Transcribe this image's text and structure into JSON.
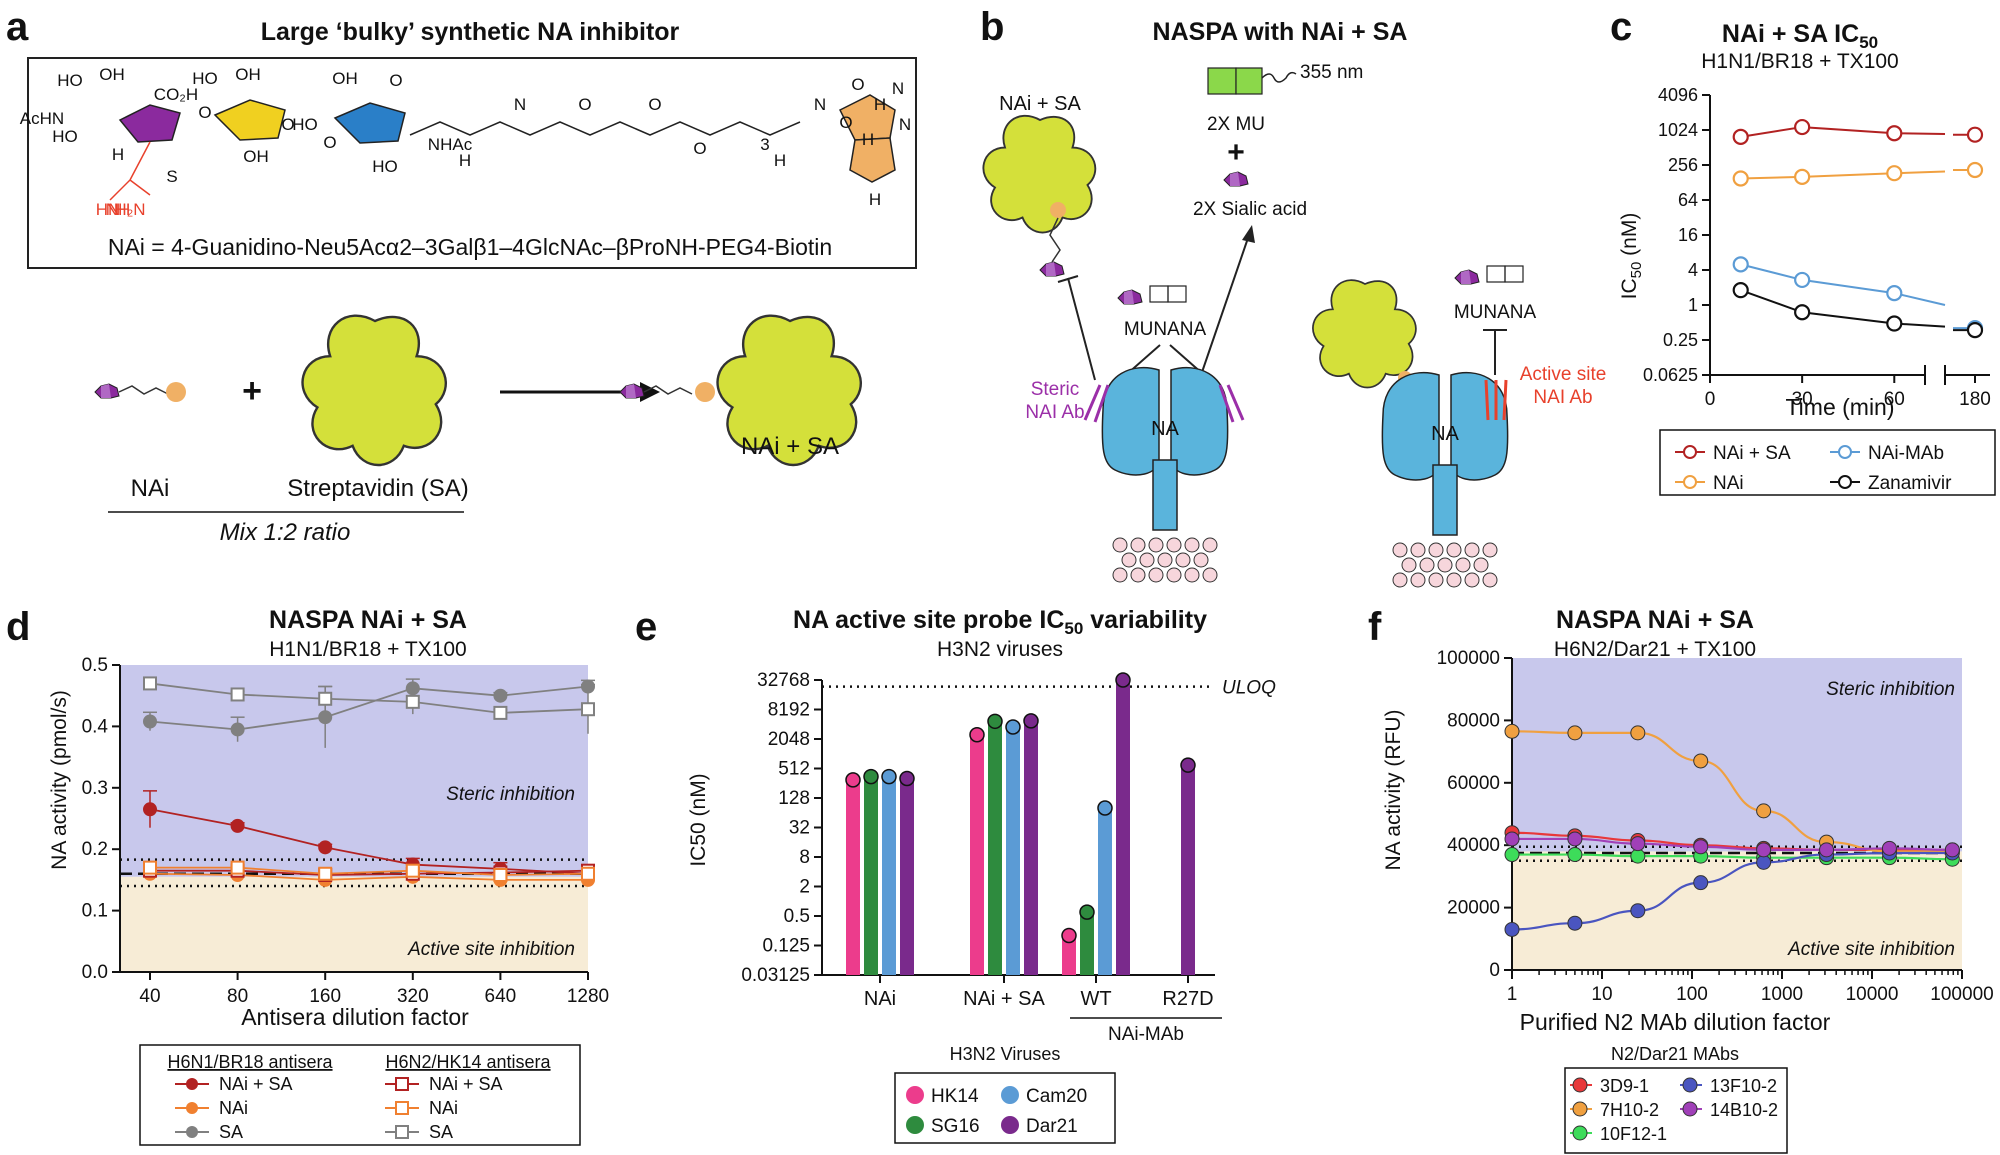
{
  "panel_a": {
    "letter": "a",
    "title": "Large ‘bulky’ synthetic NA inhibitor",
    "nai_formula": "NAi = 4-Guanidino-Neu5Acα2–3Galβ1–4GlcNAc–βProNH-PEG4-Biotin",
    "chem_labels": [
      "HO",
      "OH",
      "AcHN",
      "HO",
      "CO₂H",
      "HO",
      "OH",
      "O",
      "OH",
      "O",
      "HO",
      "OH",
      "O",
      "O",
      "HO",
      "NHAc",
      "H",
      "N",
      "O",
      "O",
      "O",
      "3",
      "H",
      "N",
      "O",
      "H",
      "N",
      "O",
      "N",
      "H",
      "H",
      "H",
      "S",
      "HN",
      "NH",
      "H₂N"
    ],
    "scheme_plus": "+",
    "label_nai": "NAi",
    "label_sa": "Streptavidin (SA)",
    "label_product": "NAi + SA",
    "mix_ratio": "Mix 1:2 ratio"
  },
  "panel_b": {
    "letter": "b",
    "title": "NASPA with NAi + SA",
    "label_nai_sa": "NAi + SA",
    "label_355": "355 nm",
    "label_mu": "2X MU",
    "plus": "+",
    "label_sialic": "2X Sialic acid",
    "label_munana_left": "MUNANA",
    "label_munana_right": "MUNANA",
    "steric_line1": "Steric",
    "steric_line2": "NAI Ab",
    "active_line1": "Active site",
    "active_line2": "NAI Ab",
    "na_left": "NA",
    "na_right": "NA",
    "colors": {
      "streptavidin": "#d4e03a",
      "na": "#5ab4dc",
      "steric": "#9b2fa8",
      "active": "#e8412c",
      "biotin": "#f0b065"
    }
  },
  "chart_data": [
    {
      "id": "c",
      "type": "line",
      "letter": "c",
      "title": "NAi + SA IC",
      "title_sub": "50",
      "subtitle": "H1N1/BR18 + TX100",
      "ylabel": "IC",
      "ylabel_sub": "50",
      "ylabel_unit": " (nM)",
      "xlabel": "Time (min)",
      "x_ticks": [
        "0",
        "30",
        "60",
        "180"
      ],
      "y_ticks": [
        "4096",
        "1024",
        "256",
        "64",
        "16",
        "4",
        "1",
        "0.25",
        "0.0625"
      ],
      "y_scale": "log2",
      "ylim": [
        0.0625,
        4096
      ],
      "series": [
        {
          "name": "NAi + SA",
          "color": "#b22222",
          "x": [
            10,
            30,
            60,
            180
          ],
          "y": [
            780,
            1150,
            900,
            850
          ]
        },
        {
          "name": "NAi",
          "color": "#f0a040",
          "x": [
            10,
            30,
            60,
            180
          ],
          "y": [
            150,
            160,
            185,
            210
          ]
        },
        {
          "name": "NAi-MAb",
          "color": "#5b9bd5",
          "x": [
            10,
            30,
            60,
            180
          ],
          "y": [
            5,
            2.7,
            1.6,
            0.4
          ]
        },
        {
          "name": "Zanamivir",
          "color": "#111111",
          "x": [
            10,
            30,
            60,
            180
          ],
          "y": [
            1.8,
            0.75,
            0.48,
            0.37
          ]
        }
      ]
    },
    {
      "id": "d",
      "type": "line",
      "letter": "d",
      "title": "NASPA NAi + SA",
      "subtitle": "H1N1/BR18 + TX100",
      "ylabel": "NA activity (pmol/s)",
      "xlabel": "Antisera dilution factor",
      "categories": [
        "40",
        "80",
        "160",
        "320",
        "640",
        "1280"
      ],
      "y_ticks": [
        "0.0",
        "0.1",
        "0.2",
        "0.3",
        "0.4",
        "0.5"
      ],
      "ylim": [
        0,
        0.5
      ],
      "region_steric": "Steric inhibition",
      "region_active": "Active site inhibition",
      "legend_group1": "H6N1/BR18 antisera",
      "legend_group2": "H6N2/HK14 antisera",
      "series": [
        {
          "name": "NAi + SA",
          "group": 1,
          "color": "#b22222",
          "values": [
            0.265,
            0.238,
            0.203,
            0.175,
            0.168,
            0.16
          ]
        },
        {
          "name": "NAi",
          "group": 1,
          "color": "#f08030",
          "values": [
            0.16,
            0.158,
            0.15,
            0.155,
            0.15,
            0.15
          ]
        },
        {
          "name": "SA",
          "group": 1,
          "color": "#808080",
          "values": [
            0.408,
            0.395,
            0.415,
            0.462,
            0.45,
            0.465
          ]
        },
        {
          "name": "NAi + SA",
          "group": 2,
          "color": "#b22222",
          "values": [
            0.165,
            0.165,
            0.158,
            0.16,
            0.162,
            0.165
          ]
        },
        {
          "name": "NAi",
          "group": 2,
          "color": "#f08030",
          "values": [
            0.17,
            0.17,
            0.16,
            0.165,
            0.158,
            0.16
          ]
        },
        {
          "name": "SA",
          "group": 2,
          "color": "#808080",
          "values": [
            0.47,
            0.452,
            0.445,
            0.44,
            0.422,
            0.428
          ]
        }
      ]
    },
    {
      "id": "e",
      "type": "bar",
      "letter": "e",
      "title": "NA active site probe IC",
      "title_sub": "50",
      "title_tail": " variability",
      "subtitle": "H3N2 viruses",
      "ylabel": "IC50 (nM)",
      "y_ticks": [
        "32768",
        "8192",
        "2048",
        "512",
        "128",
        "32",
        "8",
        "2",
        "0.5",
        "0.125",
        "0.03125"
      ],
      "y_scale": "log2",
      "ylim": [
        0.03125,
        32768
      ],
      "uloq_label": "ULOQ",
      "categories": [
        "NAi",
        "NAi + SA",
        "WT",
        "R27D"
      ],
      "group_label": "NAi-MAb",
      "legend_title": "H3N2 Viruses",
      "series": [
        {
          "name": "HK14",
          "color": "#ec3c8c",
          "values": [
            300,
            2500,
            0.2,
            null
          ]
        },
        {
          "name": "SG16",
          "color": "#2e8b3e",
          "values": [
            350,
            4700,
            0.6,
            null
          ]
        },
        {
          "name": "Cam20",
          "color": "#5b9bd5",
          "values": [
            350,
            3600,
            80,
            null
          ]
        },
        {
          "name": "Dar21",
          "color": "#7a2a8c",
          "values": [
            320,
            4800,
            32768,
            600
          ]
        }
      ]
    },
    {
      "id": "f",
      "type": "line",
      "letter": "f",
      "title": "NASPA NAi + SA",
      "subtitle": "H6N2/Dar21  + TX100",
      "ylabel": "NA activity (RFU)",
      "xlabel": "Purified N2 MAb dilution factor",
      "x_ticks": [
        "1",
        "10",
        "100",
        "1000",
        "10000",
        "100000"
      ],
      "x_scale": "log10",
      "y_ticks": [
        "0",
        "20000",
        "40000",
        "60000",
        "80000",
        "100000"
      ],
      "ylim": [
        0,
        100000
      ],
      "region_steric": "Steric inhibition",
      "region_active": "Active site inhibition",
      "legend_title": "N2/Dar21 MAbs",
      "x": [
        1,
        5,
        25,
        125,
        625,
        3125,
        15625,
        78125
      ],
      "series": [
        {
          "name": "3D9-1",
          "color": "#e8383a",
          "values": [
            44000,
            43000,
            41500,
            40000,
            39000,
            38500,
            38500,
            38500
          ]
        },
        {
          "name": "7H10-2",
          "color": "#f0a040",
          "values": [
            76500,
            76000,
            76000,
            67000,
            51000,
            41000,
            38000,
            38000
          ]
        },
        {
          "name": "10F12-1",
          "color": "#3ddc5a",
          "values": [
            37000,
            37000,
            36500,
            36500,
            36000,
            36000,
            36000,
            35500
          ]
        },
        {
          "name": "13F10-2",
          "color": "#4a55c0",
          "values": [
            13000,
            15000,
            19000,
            28000,
            34500,
            37000,
            37500,
            37500
          ]
        },
        {
          "name": "14B10-2",
          "color": "#a040b8",
          "values": [
            42000,
            42000,
            40500,
            39500,
            38500,
            38500,
            39000,
            38500
          ]
        }
      ]
    }
  ]
}
